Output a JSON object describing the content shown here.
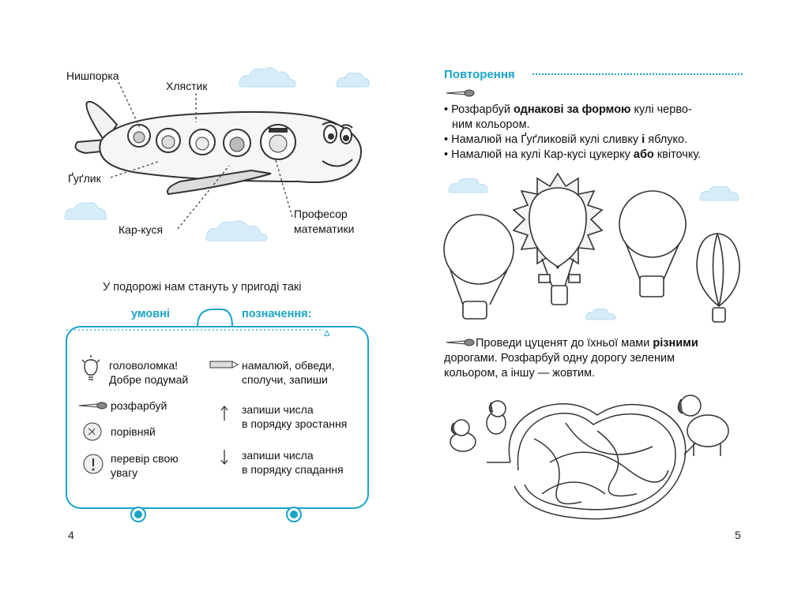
{
  "left_page": {
    "plane_labels": {
      "nyshporka": "Нишпорка",
      "khlastyk": "Хлястик",
      "gugluk": "Ґуґлик",
      "karkusia": "Кар-куся",
      "profesor_line1": "Професор",
      "profesor_line2": "математики"
    },
    "intro": "У подорожі нам стануть у пригоді такі",
    "suitcase_title_left": "умовні",
    "suitcase_title_right": "позначення:",
    "legend": {
      "puzzle_line1": "головоломка!",
      "puzzle_line2": "Добре подумай",
      "draw_line1": "намалюй, обведи,",
      "draw_line2": "сполучи, запиши",
      "color": "розфарбуй",
      "ascending_line1": "запиши числа",
      "ascending_line2": "в порядку зростання",
      "compare": "порівняй",
      "check_line1": "перевір свою",
      "check_line2": "увагу",
      "descending_line1": "запиши числа",
      "descending_line2": "в порядку спадання"
    },
    "page_number": "4"
  },
  "right_page": {
    "section_title": "Повторення",
    "bullets": {
      "b1_pre": "Розфарбуй ",
      "b1_bold": "однакові за формою",
      "b1_post": " кулі черво-",
      "b1_line2": "ним кольором.",
      "b2_pre": "Намалюй на Ґуґликовій кулі сливку ",
      "b2_bold": "і",
      "b2_post": " яблуко.",
      "b3_pre": "Намалюй на кулі Кар-кусі цукерку ",
      "b3_bold": "або",
      "b3_post": " квіточку."
    },
    "maze_task": {
      "line1_pre": "Проведи цуценят до їхньої мами ",
      "line1_bold": "різними",
      "line2": "дорогами. Розфарбуй одну дорогу зеленим",
      "line3": "кольором, а іншу — жовтим."
    },
    "page_number": "5"
  },
  "colors": {
    "accent": "#1aa3c7",
    "cloud": "#d6ecf8",
    "cloud_stroke": "#b9dcf0"
  }
}
